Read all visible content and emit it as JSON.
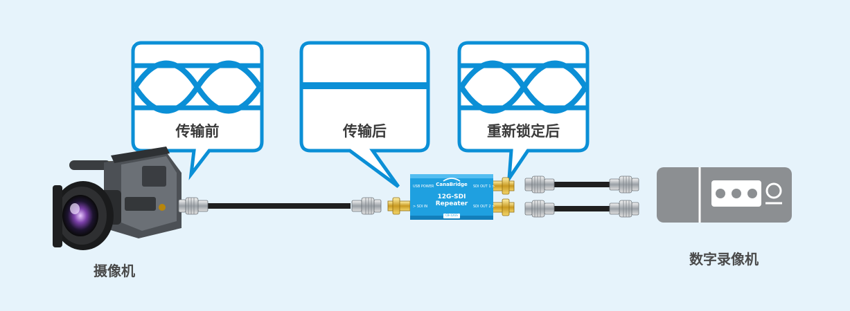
{
  "bubbles": [
    {
      "id": "before",
      "label": "传输前",
      "signal": "eye-open"
    },
    {
      "id": "after",
      "label": "传输后",
      "signal": "eye-closed"
    },
    {
      "id": "relock",
      "label": "重新锁定后",
      "signal": "eye-open"
    }
  ],
  "camera": {
    "label": "摄像机",
    "icon": "video-camera-icon"
  },
  "recorder": {
    "label": "数字录像机",
    "icon": "dvr-icon"
  },
  "repeater": {
    "brand": "CanaBridge",
    "model_line1": "12G-SDI",
    "model_line2": "Repeater",
    "port_usb": "USB POWER",
    "port_in": "> SDI IN",
    "port_out1": "SDI OUT 1 >",
    "port_out2": "SDI OUT 2 >",
    "badge": "CB-12GS",
    "color": "#1fa0e0"
  },
  "colors": {
    "background": "#e6f3fb",
    "bubble_border": "#0b8fd6",
    "recorder": "#8c8f92",
    "cable": "#1f1f1f",
    "connector_gold": "#d9b340"
  }
}
